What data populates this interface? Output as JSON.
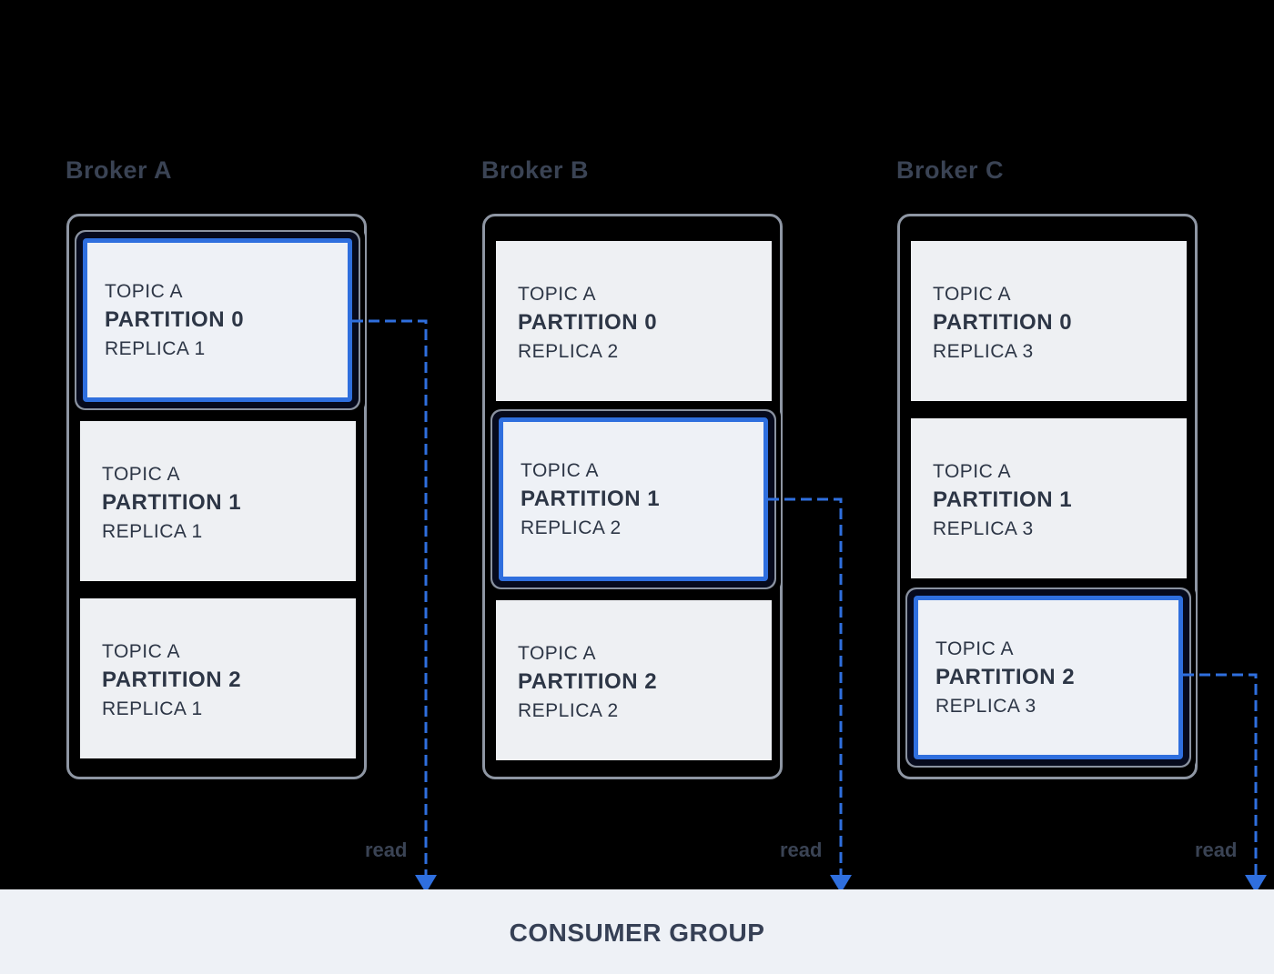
{
  "brokers": [
    {
      "label": "Broker A",
      "cells": [
        {
          "topic": "TOPIC A",
          "partition": "PARTITION 0",
          "replica": "REPLICA 1"
        },
        {
          "topic": "TOPIC A",
          "partition": "PARTITION 1",
          "replica": "REPLICA 1"
        },
        {
          "topic": "TOPIC A",
          "partition": "PARTITION 2",
          "replica": "REPLICA 1"
        }
      ]
    },
    {
      "label": "Broker B",
      "cells": [
        {
          "topic": "TOPIC A",
          "partition": "PARTITION 0",
          "replica": "REPLICA 2"
        },
        {
          "topic": "TOPIC A",
          "partition": "PARTITION 1",
          "replica": "REPLICA 2"
        },
        {
          "topic": "TOPIC A",
          "partition": "PARTITION 2",
          "replica": "REPLICA 2"
        }
      ]
    },
    {
      "label": "Broker C",
      "cells": [
        {
          "topic": "TOPIC A",
          "partition": "PARTITION 0",
          "replica": "REPLICA 3"
        },
        {
          "topic": "TOPIC A",
          "partition": "PARTITION 1",
          "replica": "REPLICA 3"
        },
        {
          "topic": "TOPIC A",
          "partition": "PARTITION 2",
          "replica": "REPLICA 3"
        }
      ]
    }
  ],
  "read_labels": [
    "read",
    "read",
    "read"
  ],
  "consumer_group": "CONSUMER GROUP",
  "colors": {
    "accent": "#2f6fde",
    "cell": "#eef0f3",
    "text": "#2d3646",
    "border": "#8e96a3"
  }
}
